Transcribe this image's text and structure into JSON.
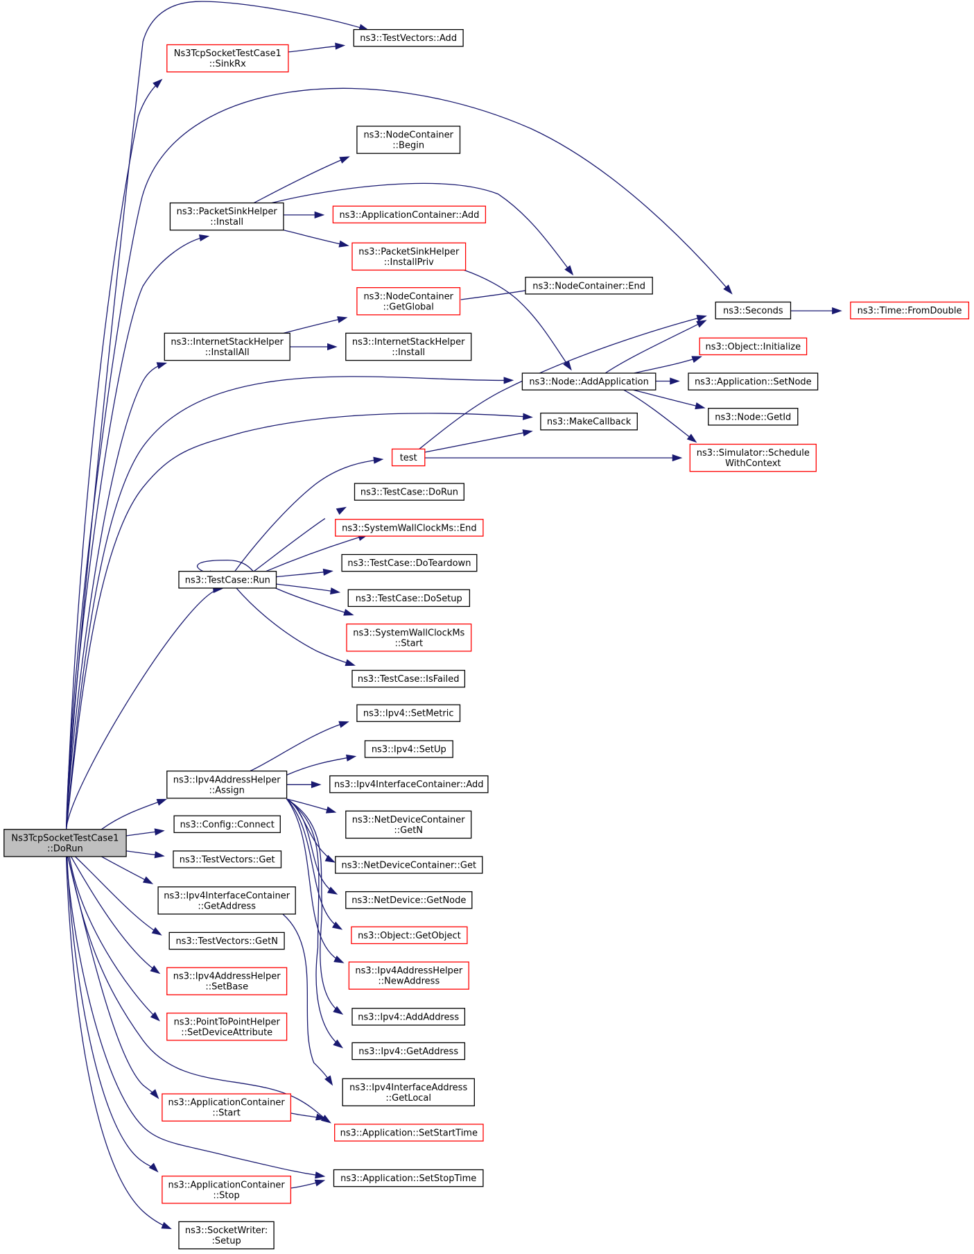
{
  "graph": {
    "title": "Ns3TcpSocketTestCase1::DoRun call graph",
    "root": "dorun",
    "colors": {
      "edge": "#191970",
      "border_default": "#000000",
      "border_red": "#ff0000",
      "root_fill": "#bfbfbf",
      "node_fill": "#ffffff"
    },
    "nodes": [
      {
        "id": "dorun",
        "lines": [
          "Ns3TcpSocketTestCase1",
          "::DoRun"
        ],
        "border": "black",
        "root": true
      },
      {
        "id": "sinkrx",
        "lines": [
          "Ns3TcpSocketTestCase1",
          "::SinkRx"
        ],
        "border": "red"
      },
      {
        "id": "tv_add",
        "lines": [
          "ns3::TestVectors::Add"
        ],
        "border": "black"
      },
      {
        "id": "nc_begin",
        "lines": [
          "ns3::NodeContainer",
          "::Begin"
        ],
        "border": "black"
      },
      {
        "id": "psh_install",
        "lines": [
          "ns3::PacketSinkHelper",
          "::Install"
        ],
        "border": "black"
      },
      {
        "id": "ac_add",
        "lines": [
          "ns3::ApplicationContainer::Add"
        ],
        "border": "red"
      },
      {
        "id": "psh_installpriv",
        "lines": [
          "ns3::PacketSinkHelper",
          "::InstallPriv"
        ],
        "border": "red"
      },
      {
        "id": "nc_end",
        "lines": [
          "ns3::NodeContainer::End"
        ],
        "border": "black"
      },
      {
        "id": "nc_getglobal",
        "lines": [
          "ns3::NodeContainer",
          "::GetGlobal"
        ],
        "border": "red"
      },
      {
        "id": "seconds",
        "lines": [
          "ns3::Seconds"
        ],
        "border": "black"
      },
      {
        "id": "fromdouble",
        "lines": [
          "ns3::Time::FromDouble"
        ],
        "border": "red"
      },
      {
        "id": "ish_installall",
        "lines": [
          "ns3::InternetStackHelper",
          "::InstallAll"
        ],
        "border": "black"
      },
      {
        "id": "ish_install",
        "lines": [
          "ns3::InternetStackHelper",
          "::Install"
        ],
        "border": "black"
      },
      {
        "id": "obj_init",
        "lines": [
          "ns3::Object::Initialize"
        ],
        "border": "red"
      },
      {
        "id": "node_addapp",
        "lines": [
          "ns3::Node::AddApplication"
        ],
        "border": "black"
      },
      {
        "id": "app_setnode",
        "lines": [
          "ns3::Application::SetNode"
        ],
        "border": "black"
      },
      {
        "id": "node_getid",
        "lines": [
          "ns3::Node::GetId"
        ],
        "border": "black"
      },
      {
        "id": "makecallback",
        "lines": [
          "ns3::MakeCallback"
        ],
        "border": "black"
      },
      {
        "id": "test",
        "lines": [
          "test"
        ],
        "border": "red"
      },
      {
        "id": "sim_sched",
        "lines": [
          "ns3::Simulator::Schedule",
          "WithContext"
        ],
        "border": "red"
      },
      {
        "id": "tc_dorun",
        "lines": [
          "ns3::TestCase::DoRun"
        ],
        "border": "black"
      },
      {
        "id": "swc_end",
        "lines": [
          "ns3::SystemWallClockMs::End"
        ],
        "border": "red"
      },
      {
        "id": "tc_run",
        "lines": [
          "ns3::TestCase::Run"
        ],
        "border": "black"
      },
      {
        "id": "tc_doteardown",
        "lines": [
          "ns3::TestCase::DoTeardown"
        ],
        "border": "black"
      },
      {
        "id": "tc_dosetup",
        "lines": [
          "ns3::TestCase::DoSetup"
        ],
        "border": "black"
      },
      {
        "id": "swc_start",
        "lines": [
          "ns3::SystemWallClockMs",
          "::Start"
        ],
        "border": "red"
      },
      {
        "id": "tc_isfailed",
        "lines": [
          "ns3::TestCase::IsFailed"
        ],
        "border": "black"
      },
      {
        "id": "ipv4_setmetric",
        "lines": [
          "ns3::Ipv4::SetMetric"
        ],
        "border": "black"
      },
      {
        "id": "ipv4_setup",
        "lines": [
          "ns3::Ipv4::SetUp"
        ],
        "border": "black"
      },
      {
        "id": "iah_assign",
        "lines": [
          "ns3::Ipv4AddressHelper",
          "::Assign"
        ],
        "border": "black"
      },
      {
        "id": "iic_add",
        "lines": [
          "ns3::Ipv4InterfaceContainer::Add"
        ],
        "border": "black"
      },
      {
        "id": "cfg_connect",
        "lines": [
          "ns3::Config::Connect"
        ],
        "border": "black"
      },
      {
        "id": "ndc_getn",
        "lines": [
          "ns3::NetDeviceContainer",
          "::GetN"
        ],
        "border": "black"
      },
      {
        "id": "tv_get",
        "lines": [
          "ns3::TestVectors::Get"
        ],
        "border": "black"
      },
      {
        "id": "ndc_get",
        "lines": [
          "ns3::NetDeviceContainer::Get"
        ],
        "border": "black"
      },
      {
        "id": "iic_getaddr",
        "lines": [
          "ns3::Ipv4InterfaceContainer",
          "::GetAddress"
        ],
        "border": "black"
      },
      {
        "id": "nd_getnode",
        "lines": [
          "ns3::NetDevice::GetNode"
        ],
        "border": "black"
      },
      {
        "id": "obj_getobject",
        "lines": [
          "ns3::Object::GetObject"
        ],
        "border": "red"
      },
      {
        "id": "tv_getn",
        "lines": [
          "ns3::TestVectors::GetN"
        ],
        "border": "black"
      },
      {
        "id": "iah_setbase",
        "lines": [
          "ns3::Ipv4AddressHelper",
          "::SetBase"
        ],
        "border": "red"
      },
      {
        "id": "iah_newaddr",
        "lines": [
          "ns3::Ipv4AddressHelper",
          "::NewAddress"
        ],
        "border": "red"
      },
      {
        "id": "ipv4_addaddr",
        "lines": [
          "ns3::Ipv4::AddAddress"
        ],
        "border": "black"
      },
      {
        "id": "p2p_setdevattr",
        "lines": [
          "ns3::PointToPointHelper",
          "::SetDeviceAttribute"
        ],
        "border": "red"
      },
      {
        "id": "ipv4_getaddr",
        "lines": [
          "ns3::Ipv4::GetAddress"
        ],
        "border": "black"
      },
      {
        "id": "iia_getlocal",
        "lines": [
          "ns3::Ipv4InterfaceAddress",
          "::GetLocal"
        ],
        "border": "black"
      },
      {
        "id": "ac_start",
        "lines": [
          "ns3::ApplicationContainer",
          "::Start"
        ],
        "border": "red"
      },
      {
        "id": "app_setstart",
        "lines": [
          "ns3::Application::SetStartTime"
        ],
        "border": "red"
      },
      {
        "id": "ac_stop",
        "lines": [
          "ns3::ApplicationContainer",
          "::Stop"
        ],
        "border": "red"
      },
      {
        "id": "app_setstop",
        "lines": [
          "ns3::Application::SetStopTime"
        ],
        "border": "black"
      },
      {
        "id": "sw_setup",
        "lines": [
          "ns3::SocketWriter:",
          ":Setup"
        ],
        "border": "black"
      }
    ],
    "edges": [
      {
        "from": "dorun",
        "to": "sinkrx"
      },
      {
        "from": "dorun",
        "to": "tv_add"
      },
      {
        "from": "sinkrx",
        "to": "tv_add"
      },
      {
        "from": "dorun",
        "to": "seconds"
      },
      {
        "from": "dorun",
        "to": "psh_install"
      },
      {
        "from": "psh_install",
        "to": "nc_begin"
      },
      {
        "from": "psh_install",
        "to": "nc_end"
      },
      {
        "from": "psh_install",
        "to": "ac_add"
      },
      {
        "from": "psh_install",
        "to": "psh_installpriv"
      },
      {
        "from": "psh_installpriv",
        "to": "node_addapp"
      },
      {
        "from": "seconds",
        "to": "fromdouble"
      },
      {
        "from": "dorun",
        "to": "ish_installall"
      },
      {
        "from": "ish_installall",
        "to": "nc_getglobal"
      },
      {
        "from": "ish_installall",
        "to": "ish_install"
      },
      {
        "from": "nc_getglobal",
        "to": "nc_end"
      },
      {
        "from": "dorun",
        "to": "node_addapp"
      },
      {
        "from": "node_addapp",
        "to": "seconds"
      },
      {
        "from": "node_addapp",
        "to": "obj_init"
      },
      {
        "from": "node_addapp",
        "to": "app_setnode"
      },
      {
        "from": "node_addapp",
        "to": "node_getid"
      },
      {
        "from": "node_addapp",
        "to": "sim_sched"
      },
      {
        "from": "dorun",
        "to": "makecallback"
      },
      {
        "from": "test",
        "to": "seconds"
      },
      {
        "from": "test",
        "to": "makecallback"
      },
      {
        "from": "test",
        "to": "sim_sched"
      },
      {
        "from": "dorun",
        "to": "tc_run"
      },
      {
        "from": "tc_run",
        "to": "test"
      },
      {
        "from": "tc_run",
        "to": "tc_dorun"
      },
      {
        "from": "tc_run",
        "to": "swc_end"
      },
      {
        "from": "tc_run",
        "to": "tc_run"
      },
      {
        "from": "tc_run",
        "to": "tc_doteardown"
      },
      {
        "from": "tc_run",
        "to": "tc_dosetup"
      },
      {
        "from": "tc_run",
        "to": "swc_start"
      },
      {
        "from": "tc_run",
        "to": "tc_isfailed"
      },
      {
        "from": "dorun",
        "to": "iah_assign"
      },
      {
        "from": "iah_assign",
        "to": "ipv4_setmetric"
      },
      {
        "from": "iah_assign",
        "to": "ipv4_setup"
      },
      {
        "from": "iah_assign",
        "to": "iic_add"
      },
      {
        "from": "iah_assign",
        "to": "ndc_getn"
      },
      {
        "from": "iah_assign",
        "to": "ndc_get"
      },
      {
        "from": "iah_assign",
        "to": "nd_getnode"
      },
      {
        "from": "iah_assign",
        "to": "obj_getobject"
      },
      {
        "from": "iah_assign",
        "to": "iah_newaddr"
      },
      {
        "from": "iah_assign",
        "to": "ipv4_addaddr"
      },
      {
        "from": "iah_assign",
        "to": "ipv4_getaddr"
      },
      {
        "from": "dorun",
        "to": "cfg_connect"
      },
      {
        "from": "dorun",
        "to": "tv_get"
      },
      {
        "from": "dorun",
        "to": "iic_getaddr"
      },
      {
        "from": "iic_getaddr",
        "to": "iia_getlocal"
      },
      {
        "from": "dorun",
        "to": "tv_getn"
      },
      {
        "from": "dorun",
        "to": "iah_setbase"
      },
      {
        "from": "dorun",
        "to": "p2p_setdevattr"
      },
      {
        "from": "dorun",
        "to": "app_setstart"
      },
      {
        "from": "dorun",
        "to": "ac_start"
      },
      {
        "from": "ac_start",
        "to": "app_setstart"
      },
      {
        "from": "dorun",
        "to": "app_setstop"
      },
      {
        "from": "dorun",
        "to": "ac_stop"
      },
      {
        "from": "ac_stop",
        "to": "app_setstop"
      },
      {
        "from": "dorun",
        "to": "sw_setup"
      }
    ]
  }
}
